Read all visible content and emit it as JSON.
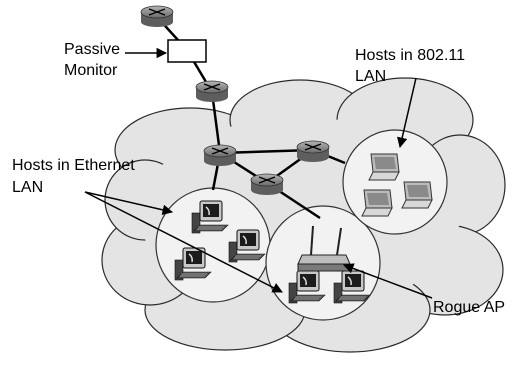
{
  "diagram": {
    "labels": {
      "passive_monitor_line1": "Passive",
      "passive_monitor_line2": "Monitor",
      "hosts_80211_line1": "Hosts in 802.11",
      "hosts_80211_line2": "LAN",
      "hosts_ethernet_line1": "Hosts in Ethernet",
      "hosts_ethernet_line2": "LAN",
      "rogue_ap": "Rogue AP"
    },
    "colors": {
      "cloud_fill": "#e4e4e4",
      "cloud_stroke": "#2a2a2a",
      "router_fill": "#8c8c8c",
      "circle_fill": "#f2f2f2"
    }
  }
}
